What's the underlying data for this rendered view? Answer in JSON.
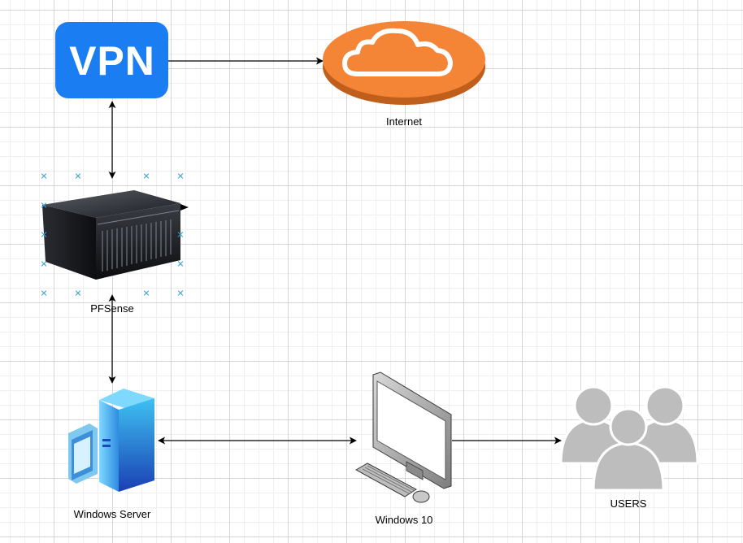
{
  "nodes": {
    "vpn": {
      "text": "VPN",
      "color": "#1a7ef2"
    },
    "internet": {
      "label": "Internet",
      "color": "#f58536"
    },
    "pfsense": {
      "label": "PFSense"
    },
    "windows_server": {
      "label": "Windows Server"
    },
    "windows10": {
      "label": "Windows 10"
    },
    "users": {
      "label": "USERS"
    }
  },
  "edges": [
    {
      "from": "vpn",
      "to": "internet",
      "arrows": "end"
    },
    {
      "from": "vpn",
      "to": "pfsense",
      "arrows": "both"
    },
    {
      "from": "pfsense",
      "to": "windows_server",
      "arrows": "both"
    },
    {
      "from": "windows_server",
      "to": "windows10",
      "arrows": "both"
    },
    {
      "from": "windows10",
      "to": "users",
      "arrows": "end"
    }
  ],
  "selection_color": "#35a3e0",
  "icons": {
    "vpn": "vpn-badge-icon",
    "internet": "cloud-icon",
    "pfsense": "server-rack-icon",
    "windows_server": "windows-server-icon",
    "windows10": "desktop-computer-icon",
    "users": "users-group-icon"
  }
}
